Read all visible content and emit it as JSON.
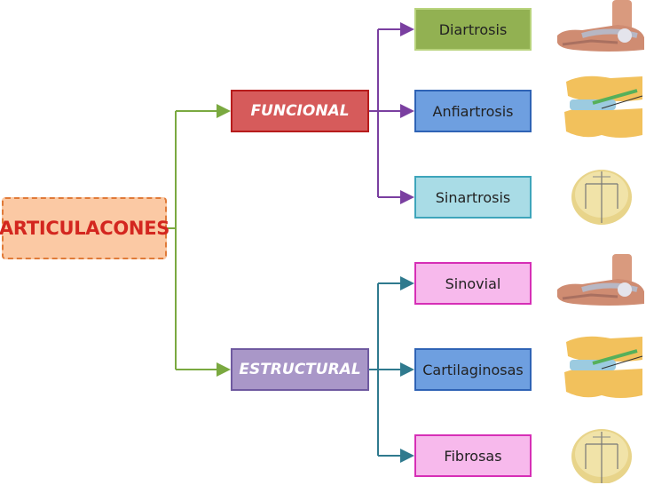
{
  "root": {
    "label": "ARTICULACONES"
  },
  "categories": [
    {
      "label": "FUNCIONAL",
      "children": [
        {
          "label": "Diartrosis",
          "image": "ankle-joint-illustration"
        },
        {
          "label": "Anfiartrosis",
          "image": "vertebra-joint-illustration"
        },
        {
          "label": "Sinartrosis",
          "image": "skull-suture-illustration"
        }
      ]
    },
    {
      "label": "ESTRUCTURAL",
      "children": [
        {
          "label": "Sinovial",
          "image": "ankle-joint-illustration"
        },
        {
          "label": "Cartilaginosas",
          "image": "vertebra-joint-illustration"
        },
        {
          "label": "Fibrosas",
          "image": "skull-suture-illustration"
        }
      ]
    }
  ],
  "colors": {
    "root_fill": "#fbc9a4",
    "root_border": "#e07a38",
    "root_text": "#d3261f",
    "funcional_fill": "#d65b5b",
    "estructural_fill": "#a997c8",
    "connector_green": "#7aa940",
    "connector_purple": "#7a3fa0",
    "connector_teal": "#2f7a8e"
  }
}
